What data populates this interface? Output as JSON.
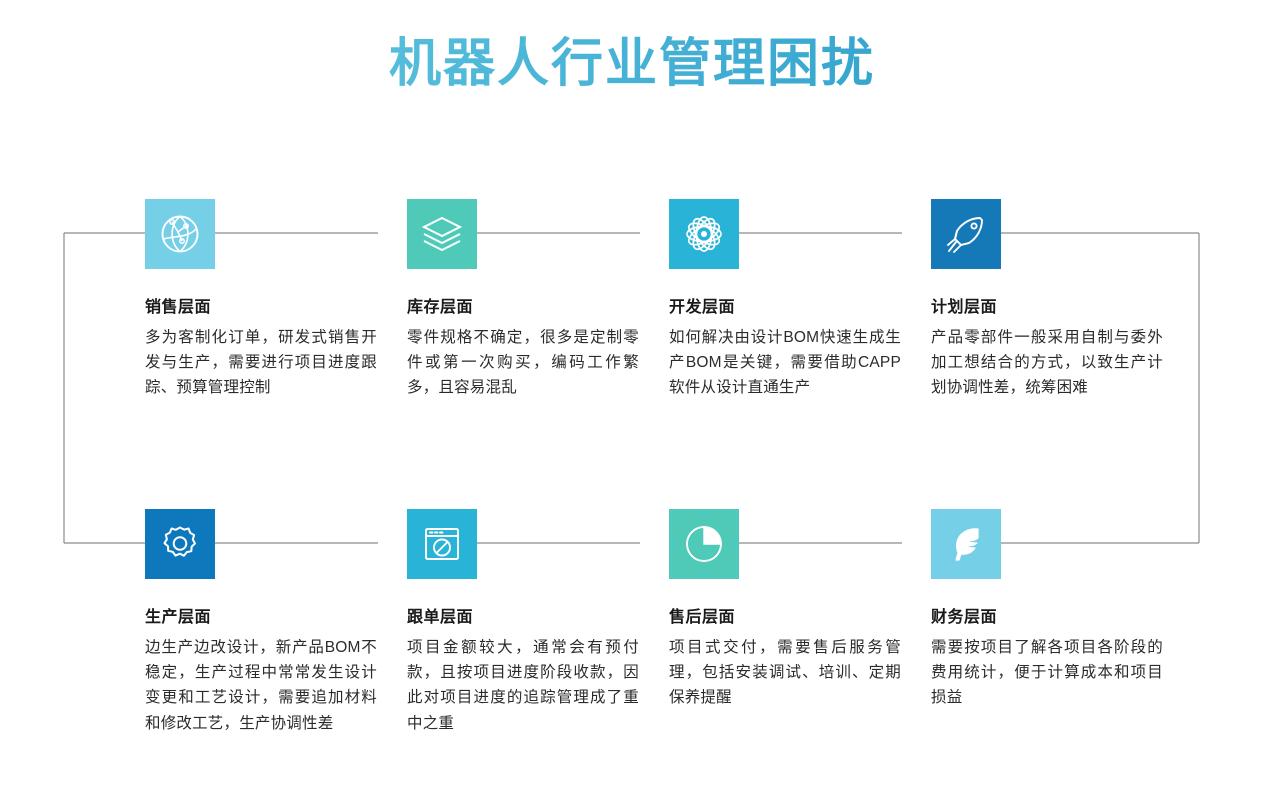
{
  "page": {
    "title": "机器人行业管理困扰",
    "title_gradient_from": "#6ED0E6",
    "title_gradient_to": "#1E93C4",
    "background": "#ffffff",
    "connector_color": "#8c8c8c"
  },
  "cards": [
    {
      "id": "sales",
      "icon": "globe-network-icon",
      "tile_color": "#74CFE7",
      "title": "销售层面",
      "desc": "多为客制化订单，研发式销售开发与生产，需要进行项目进度跟踪、预算管理控制"
    },
    {
      "id": "inventory",
      "icon": "layers-stack-icon",
      "tile_color": "#4FC9B8",
      "title": "库存层面",
      "desc": "零件规格不确定，很多是定制零件或第一次购买，编码工作繁多，且容易混乱"
    },
    {
      "id": "development",
      "icon": "atom-icon",
      "tile_color": "#29B3D6",
      "title": "开发层面",
      "desc": "如何解决由设计BOM快速生成生产BOM是关键，需要借助CAPP软件从设计直通生产"
    },
    {
      "id": "planning",
      "icon": "rocket-icon",
      "tile_color": "#1579B8",
      "title": "计划层面",
      "desc": "产品零部件一般采用自制与委外加工想结合的方式，以致生产计划协调性差，统筹困难"
    },
    {
      "id": "production",
      "icon": "gear-icon",
      "tile_color": "#0D79BC",
      "title": "生产层面",
      "desc": "边生产边改设计，新产品BOM不稳定，生产过程中常常发生设计变更和工艺设计，需要追加材料和修改工艺，生产协调性差"
    },
    {
      "id": "order-tracking",
      "icon": "browser-compass-icon",
      "tile_color": "#29B3D6",
      "title": "跟单层面",
      "desc": "项目金额较大，通常会有预付款，且按项目进度阶段收款，因此对项目进度的追踪管理成了重中之重"
    },
    {
      "id": "after-sales",
      "icon": "pie-chart-icon",
      "tile_color": "#4FC9B8",
      "title": "售后层面",
      "desc": "项目式交付，需要售后服务管理，包括安装调试、培训、定期保养提醒"
    },
    {
      "id": "finance",
      "icon": "feather-icon",
      "tile_color": "#74CFE7",
      "title": "财务层面",
      "desc": "需要按项目了解各项目各阶段的费用统计，便于计算成本和项目损益"
    }
  ]
}
